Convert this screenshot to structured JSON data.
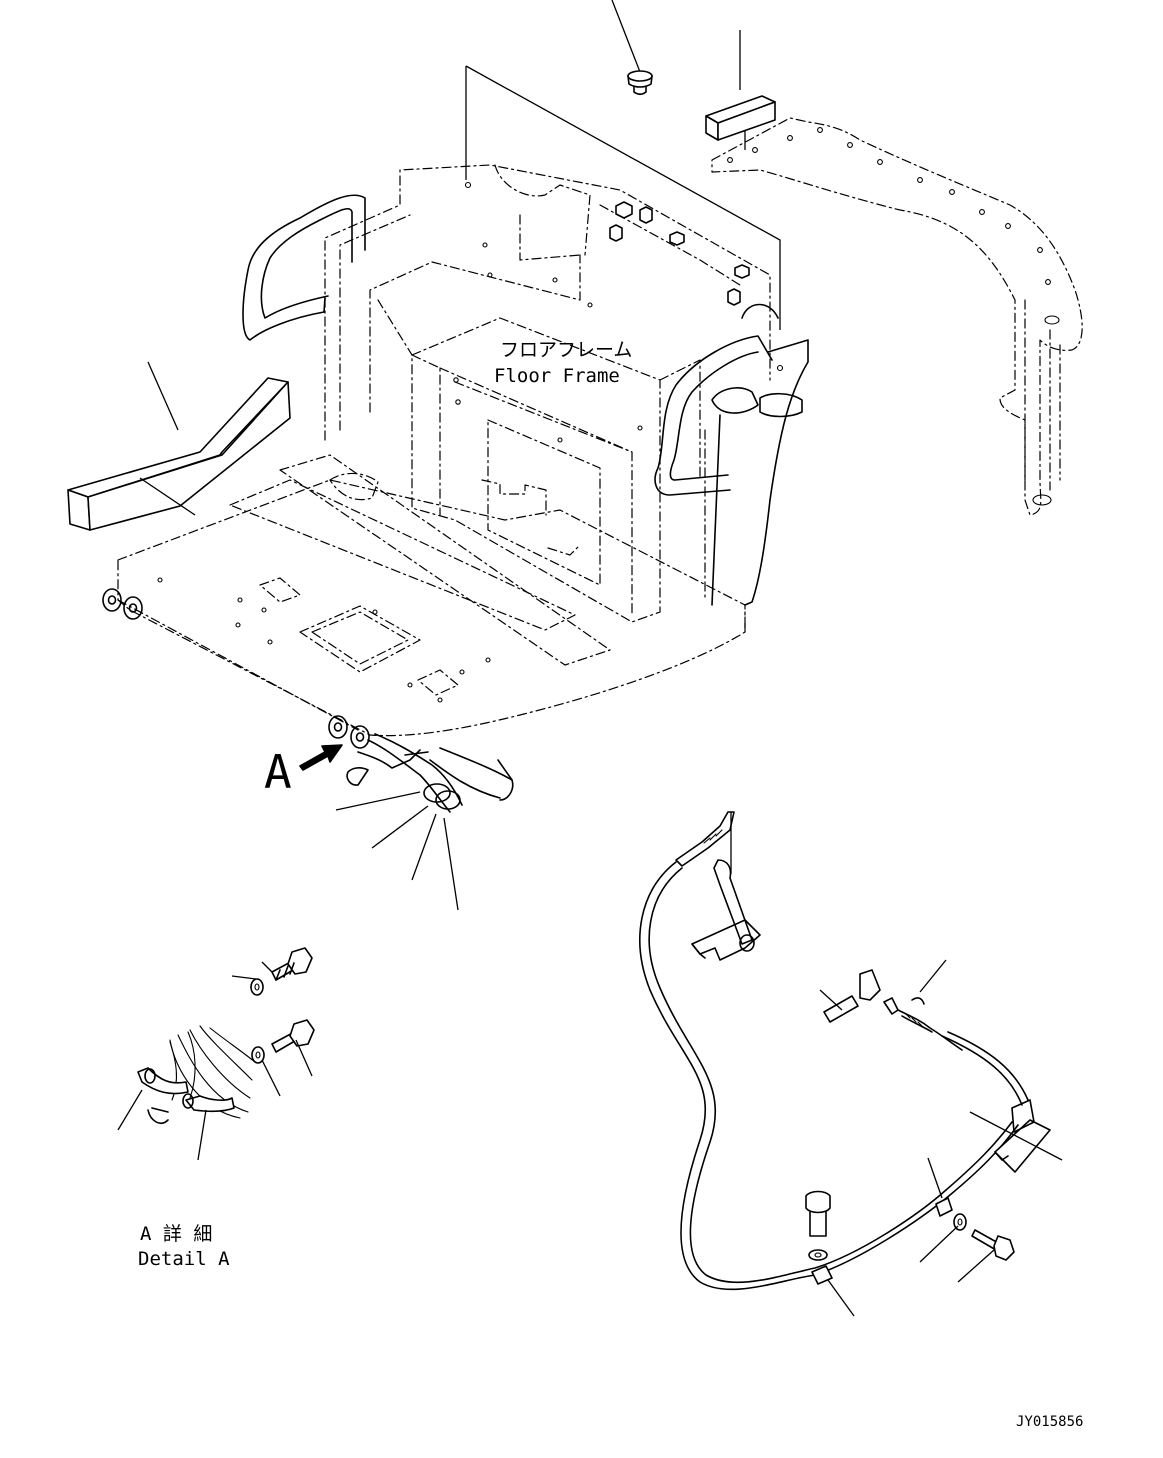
{
  "labels": {
    "floor_frame_jp": "フロアフレーム",
    "floor_frame_en": "Floor Frame",
    "view_marker": "A",
    "detail_jp": "A 詳 細",
    "detail_en": "Detail A",
    "drawing_code": "JY015856"
  }
}
